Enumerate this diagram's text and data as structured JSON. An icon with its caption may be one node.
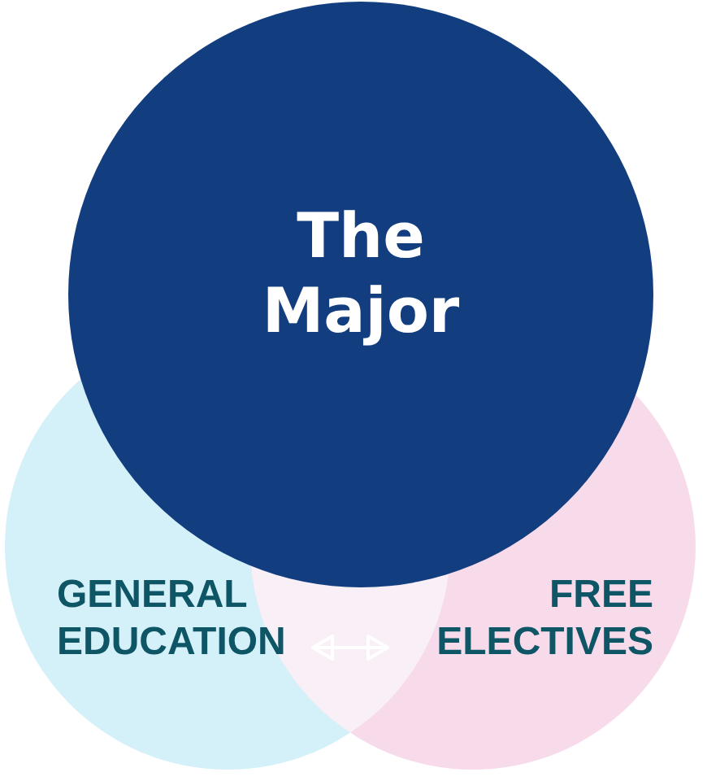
{
  "diagram": {
    "nodes": [
      {
        "text": [
          "The Major"
        ]
      },
      {
        "text": [
          "GENERAL EDUCATION"
        ]
      },
      {
        "text": [
          "FREE ELECTIVES"
        ]
      }
    ],
    "edges": [
      {
        "from": 1,
        "to": 2,
        "arrow": "both"
      }
    ]
  }
}
